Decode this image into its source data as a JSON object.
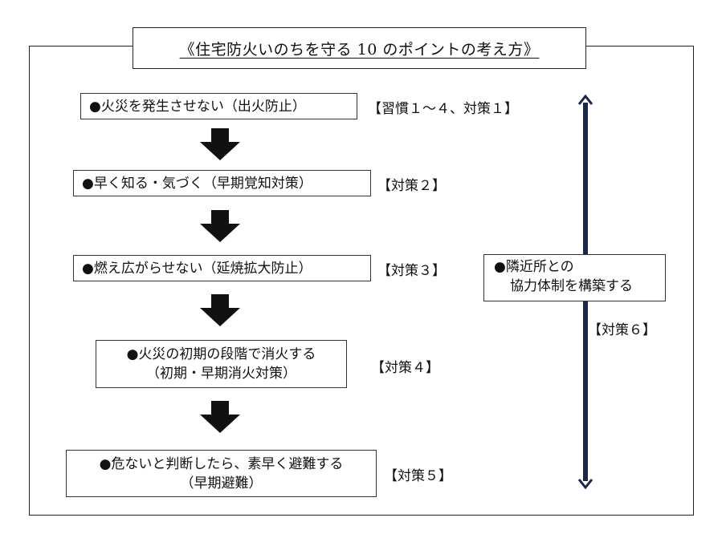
{
  "title": "《住宅防火いのちを守る 10 のポイントの考え方》",
  "steps": [
    {
      "lines": [
        "●火災を発生させない（出火防止）"
      ],
      "tag": "【習慣１～４、対策１】"
    },
    {
      "lines": [
        "●早く知る・気づく（早期覚知対策）"
      ],
      "tag": "【対策２】"
    },
    {
      "lines": [
        "●燃え広がらせない（延焼拡大防止）"
      ],
      "tag": "【対策３】"
    },
    {
      "lines": [
        "●火災の初期の段階で消火する",
        "（初期・早期消火対策）"
      ],
      "tag": "【対策４】"
    },
    {
      "lines": [
        "●危ないと判断したら、素早く避難する",
        "（早期避難）"
      ],
      "tag": "【対策５】"
    }
  ],
  "side": {
    "lines": [
      "●隣近所との",
      "協力体制を構築する"
    ],
    "tag": "【対策６】"
  }
}
